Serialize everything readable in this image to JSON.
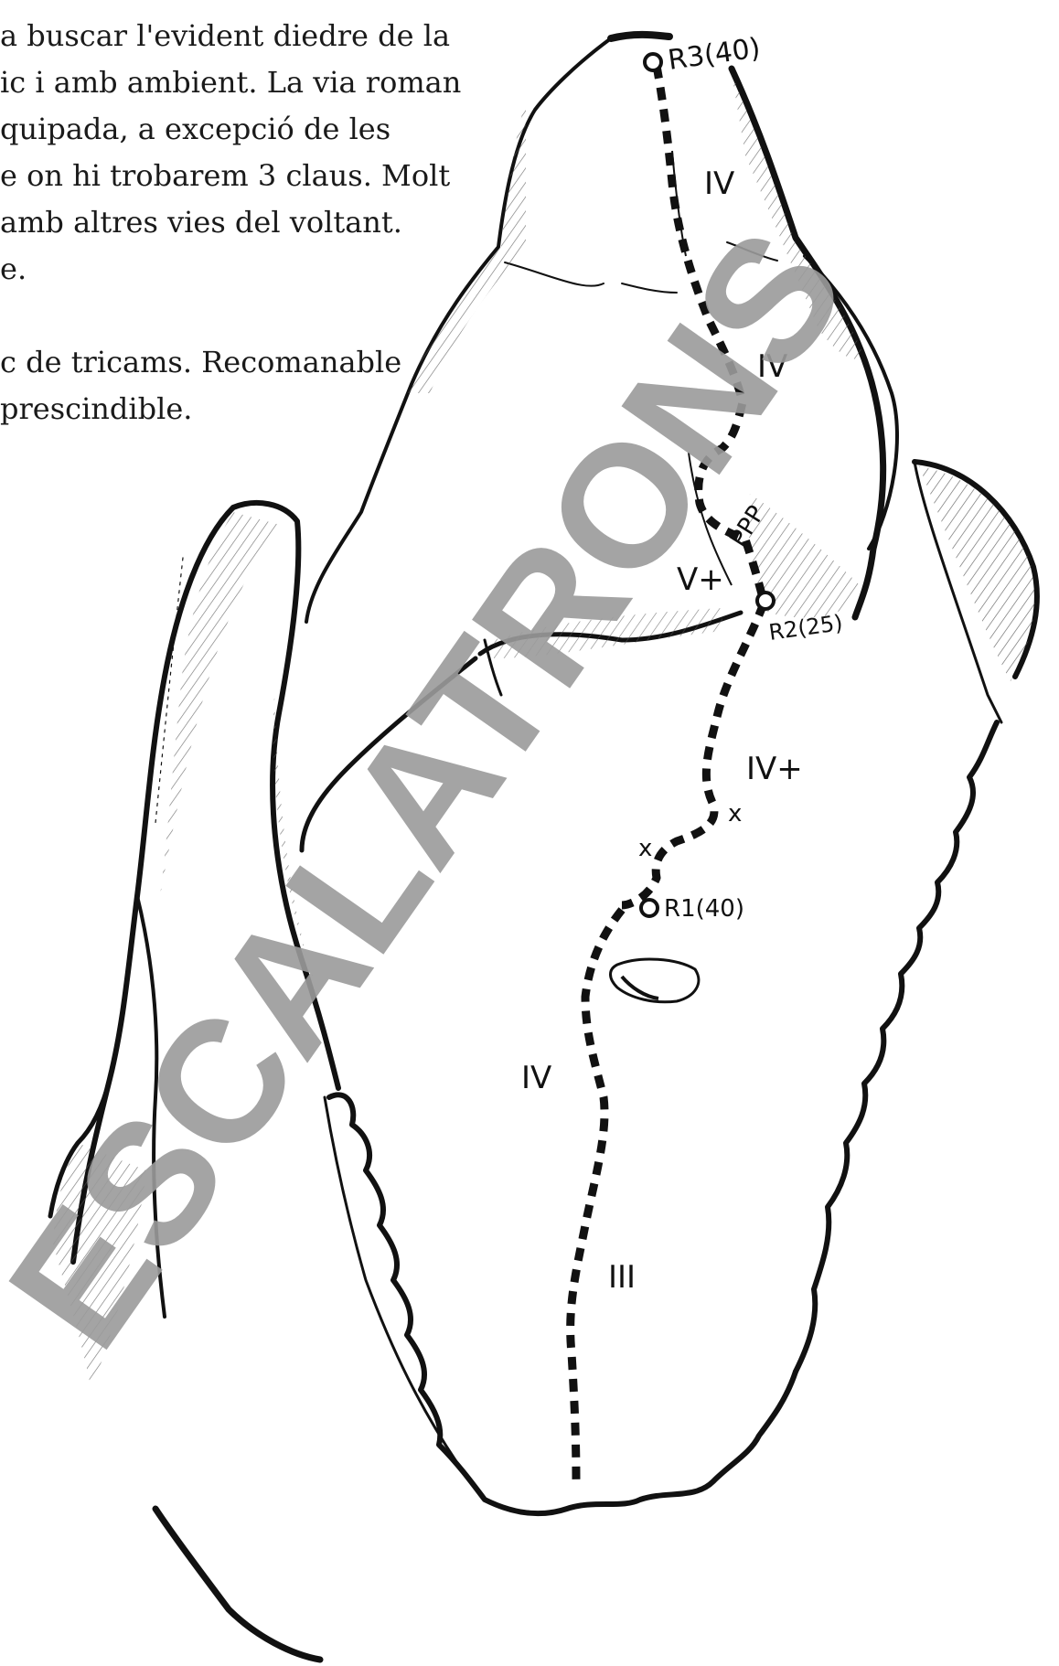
{
  "description": {
    "lines": [
      "a buscar l'evident diedre de la",
      "ic i amb ambient. La via roman",
      "quipada, a excepció de les",
      "e on hi trobarem 3 claus. Molt",
      " amb altres vies del voltant.",
      "e."
    ],
    "gear_lines": [
      "c de tricams. Recomanable",
      "prescindible."
    ]
  },
  "topo": {
    "belays": [
      {
        "id": "R3",
        "label": "R3(40)"
      },
      {
        "id": "R2",
        "label": "R2(25)"
      },
      {
        "id": "R1",
        "label": "R1(40)"
      }
    ],
    "grades": [
      "IV",
      "IV",
      "V+",
      "IV+",
      "IV",
      "III"
    ],
    "pitons_label": "PPP",
    "bolt_marks": [
      "x",
      "x"
    ]
  },
  "watermark": {
    "text": "ESCALATRONS",
    "color": "#9b9b9b"
  },
  "colors": {
    "ink": "#111111",
    "text": "#1a1a1a",
    "route": "#111111"
  }
}
